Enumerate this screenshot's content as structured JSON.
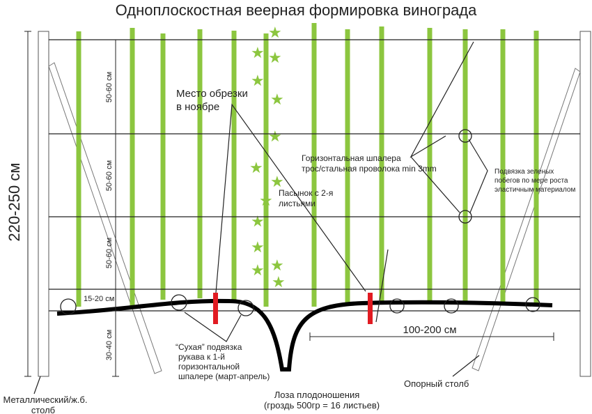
{
  "title": "Одноплоскостная веерная формировка винограда",
  "labels": {
    "height_total": "220-250 см",
    "spacing_top": "50-60 см",
    "spacing_mid": "50-60 см",
    "spacing_low": "50-60 см",
    "spacing_first": "15-20 см",
    "spacing_ground": "30-40 см",
    "prune_line1": "Место обрезки",
    "prune_line2": "в ноябре",
    "trellis_line1": "Горизонтальная шпалера",
    "trellis_line2": "трос/стальная проволока min 3mm",
    "tie_line1": "Подвязка зеленых",
    "tie_line2": "побегов по мере роста",
    "tie_line3": "эластичным материалом",
    "stepson_line1": "Пасынок с 2-я",
    "stepson_line2": "листьями",
    "dry_line1": "“Сухая” подвязка",
    "dry_line2": "рукава к 1-й",
    "dry_line3": "горизонтальной",
    "dry_line4": "шпалере (март-апрель)",
    "vine_line1": "Лоза плодоношения",
    "vine_line2": "(гроздь 500гр = 16 листьев)",
    "span": "100-200 см",
    "support_post": "Опорный столб",
    "metal_post_line1": "Металлический/ж.б.",
    "metal_post_line2": "столб"
  },
  "colors": {
    "shoot": "#8cc63f",
    "cut": "#e11b22",
    "vine": "#000000"
  }
}
